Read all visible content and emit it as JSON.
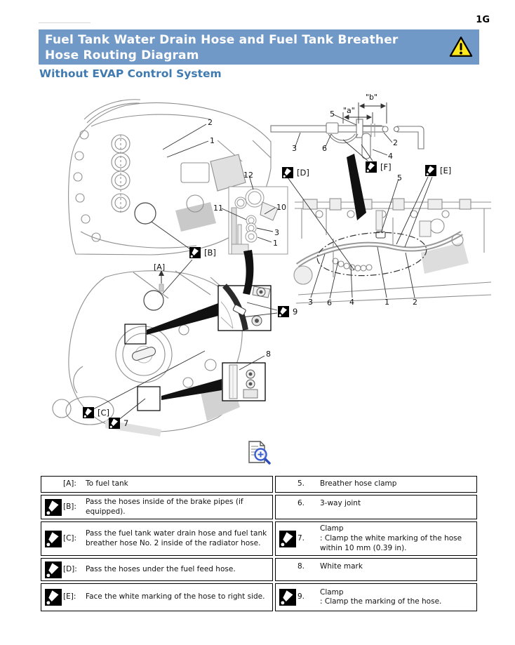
{
  "page": {
    "number_label": "1G"
  },
  "header": {
    "title": "Fuel Tank Water Drain Hose and Fuel Tank Breather Hose Routing Diagram",
    "subtitle": "Without EVAP Control System",
    "banner_color": "#7199c7",
    "subtitle_color": "#3f7ab0"
  },
  "icons": {
    "warning": "warning-triangle-icon",
    "caution_marker": "caution-marker-icon",
    "enlarge": "document-zoom-icon"
  },
  "diagram": {
    "labels": {
      "tl_2": "2",
      "tl_1": "1",
      "ins_12": "12",
      "ins_11": "11",
      "ins_10": "10",
      "ins_3": "3",
      "ins_1": "1",
      "sch_b": "\"b\"",
      "sch_a": "\"a\"",
      "sch_5": "5",
      "sch_3": "3",
      "sch_6": "6",
      "sch_2": "2",
      "sch_4": "4",
      "re_5": "5",
      "re_3": "3",
      "re_6": "6",
      "re_4": "4",
      "re_1": "1",
      "re_2": "2",
      "A": "[A]",
      "B": "[B]",
      "C": "[C]",
      "D": "[D]",
      "E": "[E]",
      "F": "[F]",
      "n7": "7",
      "n8": "8",
      "n9": "9"
    }
  },
  "table": {
    "left": [
      {
        "tag": "[A]:",
        "text": "To fuel tank"
      },
      {
        "tag": "[B]:",
        "text": "Pass the hoses inside of the brake pipes (if equipped)."
      },
      {
        "tag": "[C]:",
        "text": "Pass the fuel tank water drain hose and fuel tank breather hose No. 2 inside of the radiator hose."
      },
      {
        "tag": "[D]:",
        "text": "Pass the hoses under the fuel feed hose."
      },
      {
        "tag": "[E]:",
        "text": "Face the white marking of the hose to right side."
      }
    ],
    "right": [
      {
        "tag": "5.",
        "text": "Breather hose clamp",
        "sub": ""
      },
      {
        "tag": "6.",
        "text": "3-way joint",
        "sub": ""
      },
      {
        "tag": "7.",
        "text": "Clamp",
        "sub": ": Clamp the white marking of the hose within 10 mm (0.39 in)."
      },
      {
        "tag": "8.",
        "text": "White mark",
        "sub": ""
      },
      {
        "tag": "9.",
        "text": "Clamp",
        "sub": ": Clamp the marking of the hose."
      }
    ]
  }
}
